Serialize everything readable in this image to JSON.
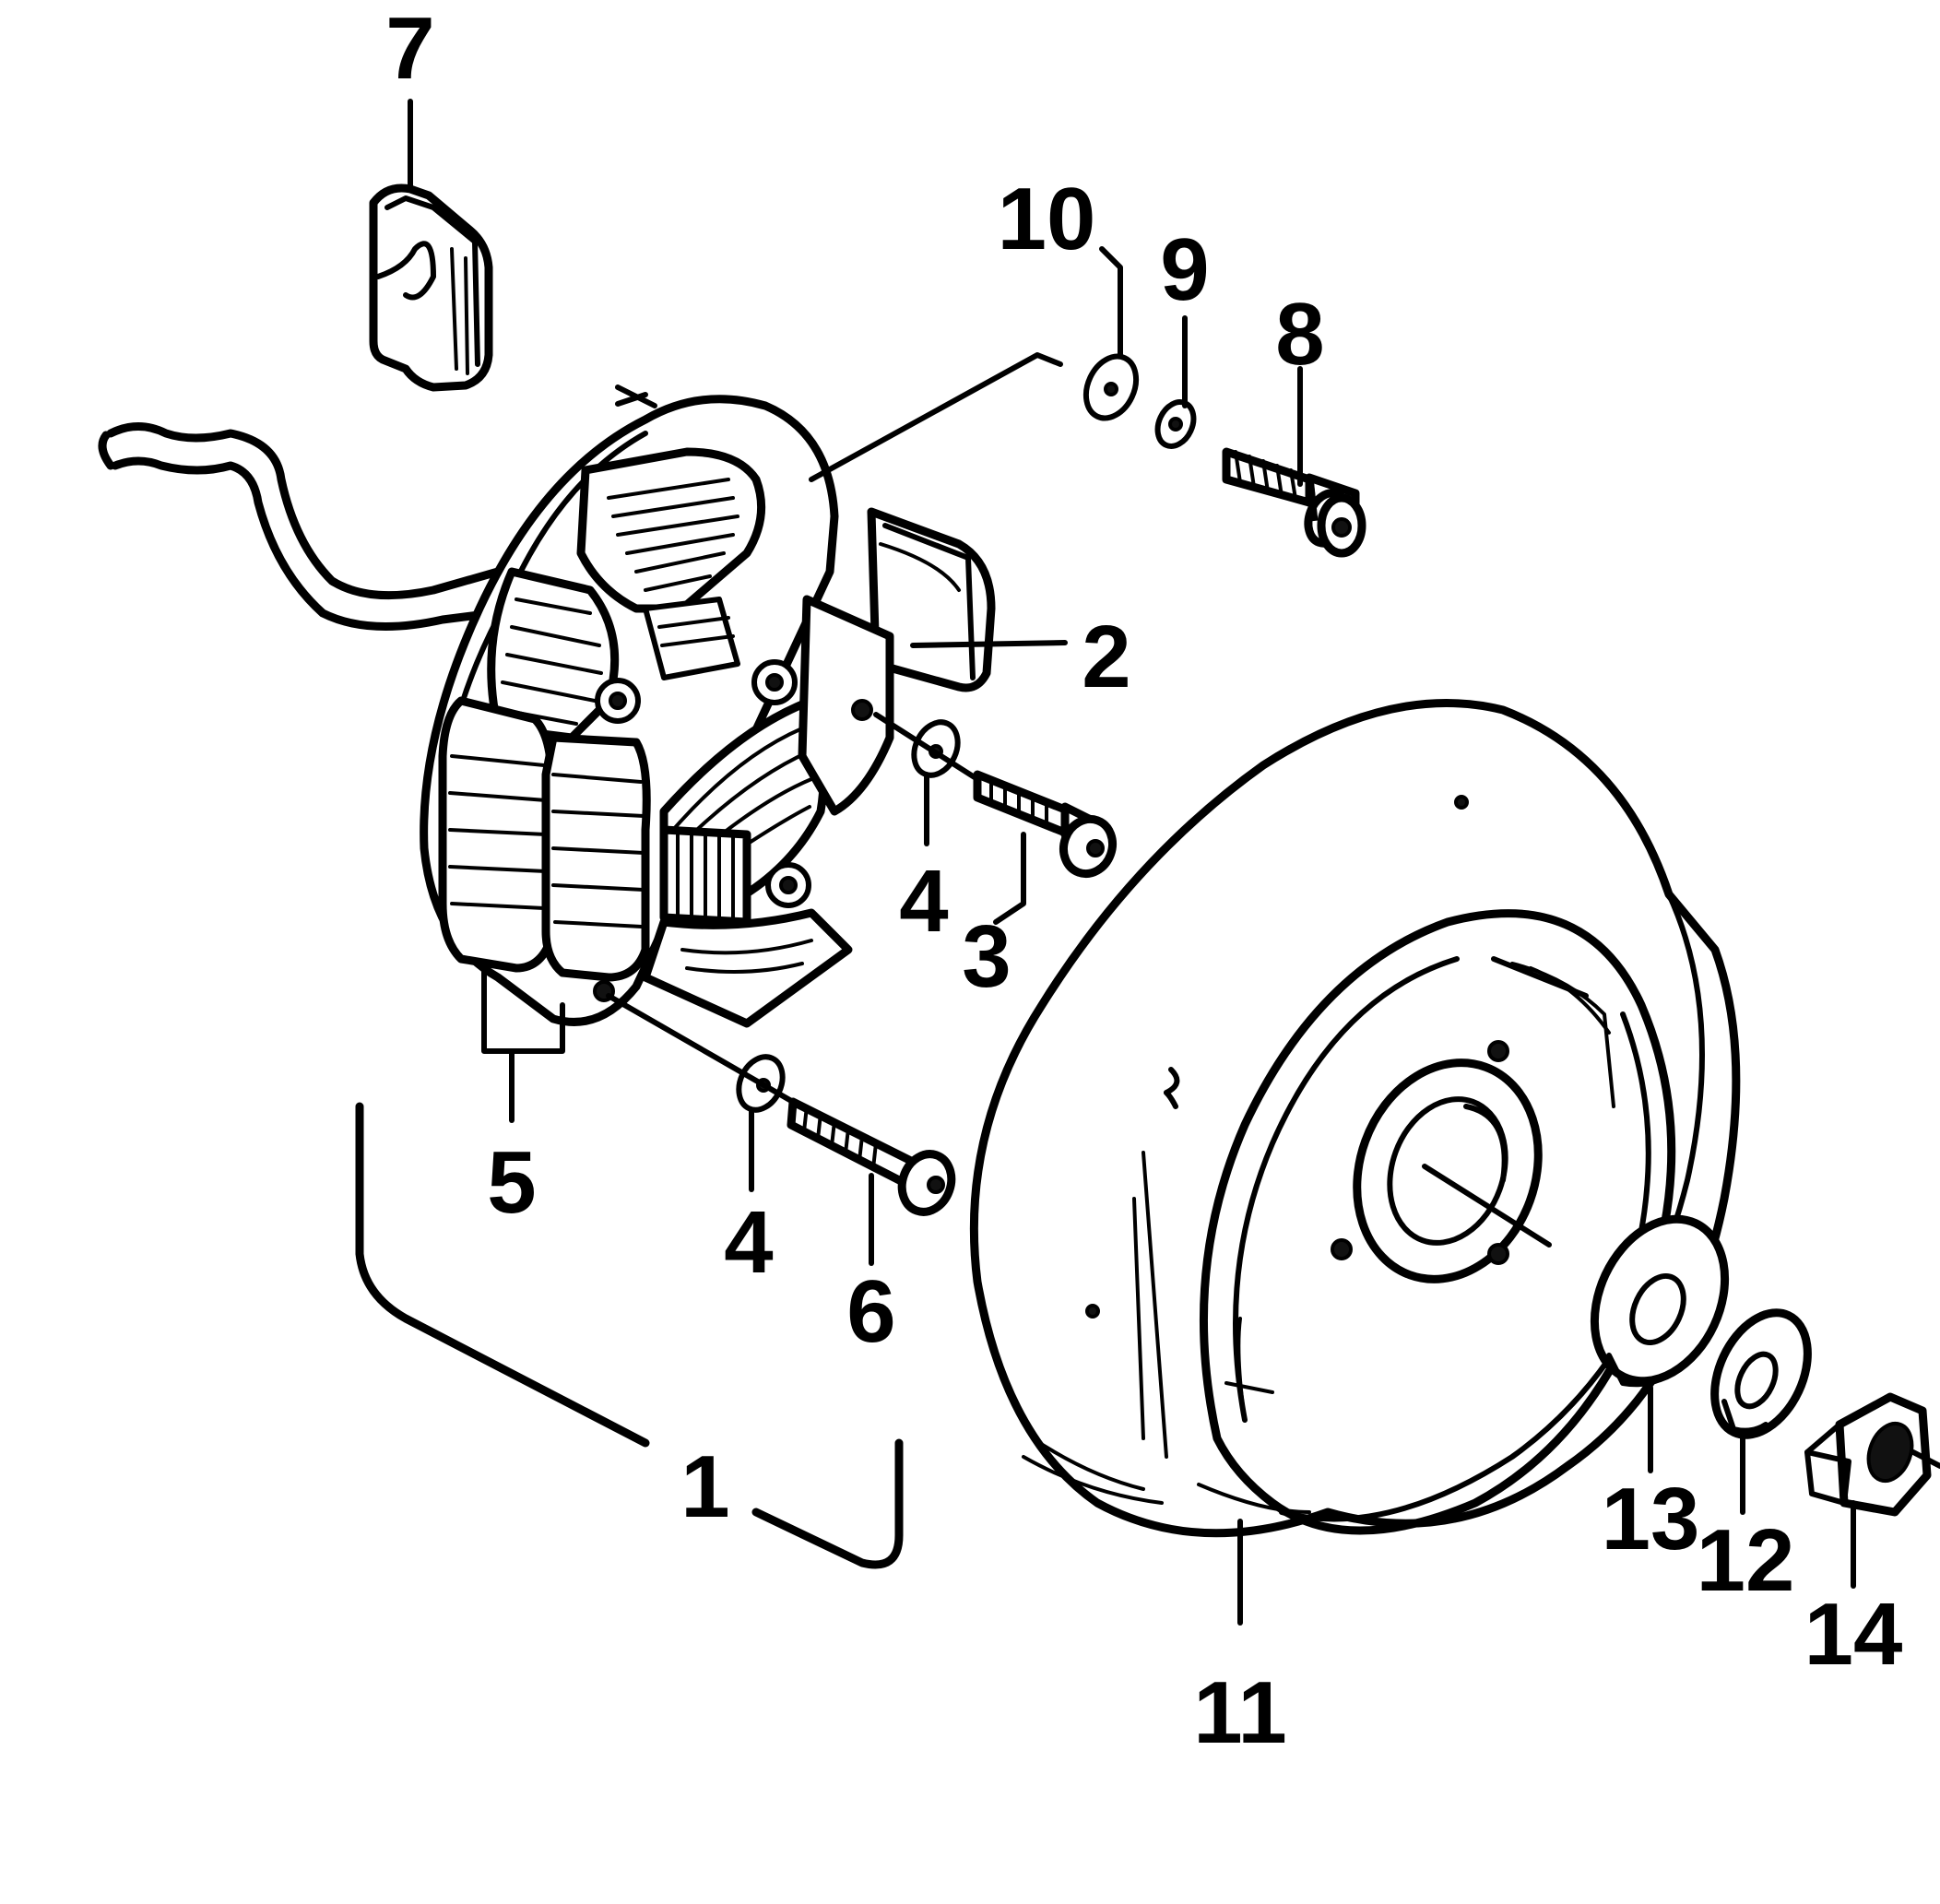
{
  "diagram": {
    "callouts": [
      {
        "id": "callout-1",
        "text": "1"
      },
      {
        "id": "callout-2",
        "text": "2"
      },
      {
        "id": "callout-3",
        "text": "3"
      },
      {
        "id": "callout-4a",
        "text": "4"
      },
      {
        "id": "callout-4b",
        "text": "4"
      },
      {
        "id": "callout-5",
        "text": "5"
      },
      {
        "id": "callout-6",
        "text": "6"
      },
      {
        "id": "callout-7",
        "text": "7"
      },
      {
        "id": "callout-8",
        "text": "8"
      },
      {
        "id": "callout-9",
        "text": "9"
      },
      {
        "id": "callout-10",
        "text": "10"
      },
      {
        "id": "callout-11",
        "text": "11"
      },
      {
        "id": "callout-12",
        "text": "12"
      },
      {
        "id": "callout-13",
        "text": "13"
      },
      {
        "id": "callout-14",
        "text": "14"
      }
    ]
  }
}
